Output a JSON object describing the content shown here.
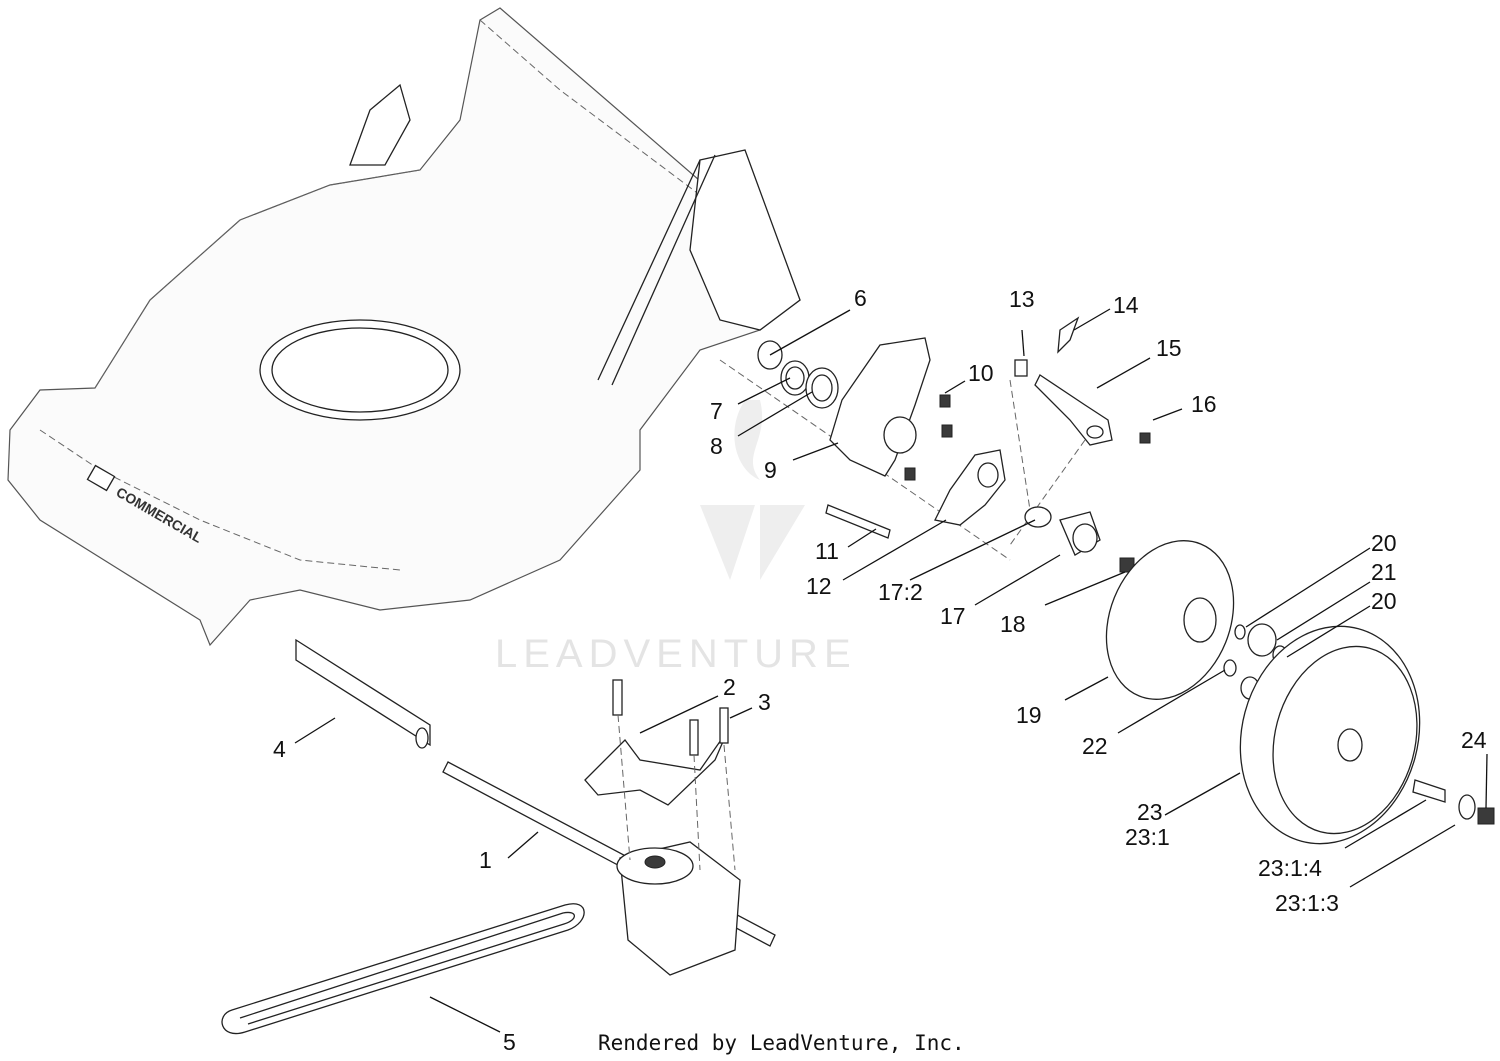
{
  "watermark": {
    "text": "LEADVENTURE"
  },
  "footer": {
    "credit": "Rendered by LeadVenture, Inc."
  },
  "deck_branding": {
    "label": "COMMERCIAL"
  },
  "callouts": [
    {
      "id": "c1",
      "label": "1"
    },
    {
      "id": "c2",
      "label": "2"
    },
    {
      "id": "c3",
      "label": "3"
    },
    {
      "id": "c4",
      "label": "4"
    },
    {
      "id": "c5",
      "label": "5"
    },
    {
      "id": "c6",
      "label": "6"
    },
    {
      "id": "c7",
      "label": "7"
    },
    {
      "id": "c8",
      "label": "8"
    },
    {
      "id": "c9",
      "label": "9"
    },
    {
      "id": "c10",
      "label": "10"
    },
    {
      "id": "c11",
      "label": "11"
    },
    {
      "id": "c12",
      "label": "12"
    },
    {
      "id": "c13",
      "label": "13"
    },
    {
      "id": "c14",
      "label": "14"
    },
    {
      "id": "c15",
      "label": "15"
    },
    {
      "id": "c16",
      "label": "16"
    },
    {
      "id": "c17_2",
      "label": "17:2"
    },
    {
      "id": "c17",
      "label": "17"
    },
    {
      "id": "c18",
      "label": "18"
    },
    {
      "id": "c19",
      "label": "19"
    },
    {
      "id": "c20a",
      "label": "20"
    },
    {
      "id": "c21",
      "label": "21"
    },
    {
      "id": "c20b",
      "label": "20"
    },
    {
      "id": "c22",
      "label": "22"
    },
    {
      "id": "c23",
      "label": "23"
    },
    {
      "id": "c23_1",
      "label": "23:1"
    },
    {
      "id": "c23_1_4",
      "label": "23:1:4"
    },
    {
      "id": "c23_1_3",
      "label": "23:1:3"
    },
    {
      "id": "c24",
      "label": "24"
    }
  ]
}
